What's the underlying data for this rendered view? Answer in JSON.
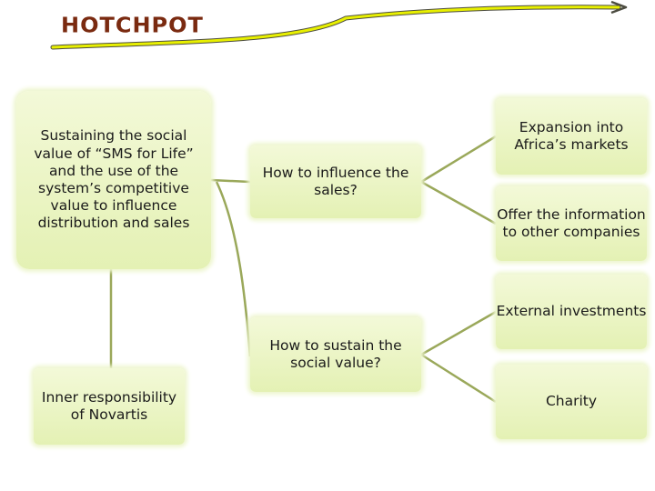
{
  "title": "HOTCHPOT",
  "colors": {
    "title": "#7a2a10",
    "arrow": "#e8f000",
    "arrow_outline": "#4c4c40",
    "connector": "#9aa85a",
    "box_fill": "#e4f1b4"
  },
  "nodes": {
    "main": "Sustaining the social value of “SMS for Life” and the use of the system’s competitive value to influence distribution and sales",
    "inner": "Inner responsibility of Novartis",
    "sales": "How to influence the sales?",
    "sustain": "How to sustain the social value?",
    "africa": "Expansion into Africa’s markets",
    "offer": "Offer the information to other companies",
    "external": "External investments",
    "charity": "Charity"
  }
}
